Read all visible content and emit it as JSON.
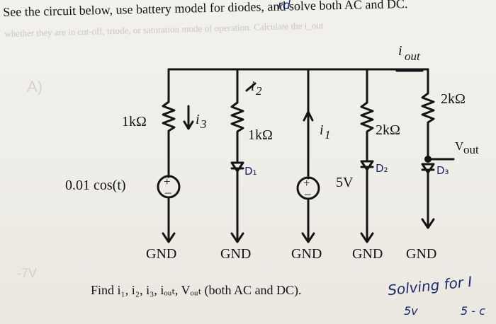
{
  "problem": {
    "line1": "See the circuit below, use battery model for diodes, and solve both AC and DC.",
    "faint_line": "whether they are in cut-off, triode, or saturation mode of operation. Calculate the i_out",
    "section": "A)",
    "faint_left": "-7V",
    "find": "Find i₁, i₂, i₃, iₒᵤₜ, Vₒᵤₜ (both AC and DC)."
  },
  "circuit": {
    "i_out": "i",
    "i_out_sub": "out",
    "r_left": "1kΩ",
    "i3": "i",
    "i3_sub": "3",
    "i2": "i",
    "i2_sub": "2",
    "r_mid": "1kΩ",
    "i1": "i",
    "i1_sub": "1",
    "r_right1": "2kΩ",
    "r_right2": "2kΩ",
    "v_out": "V",
    "v_out_sub": "out",
    "ac_source": "0.01 cos(t)",
    "dc_source": "5V",
    "plus": "+",
    "minus": "–",
    "gnd1": "GND",
    "gnd2": "GND",
    "gnd3": "GND",
    "gnd4": "GND",
    "gnd5": "GND",
    "d1": "D₁",
    "d2": "D₂",
    "d3": "D₃"
  },
  "handwriting": {
    "top_rd": "rd",
    "solving": "Solving for I",
    "five_v": "5v",
    "five_minus": "5 - c"
  }
}
